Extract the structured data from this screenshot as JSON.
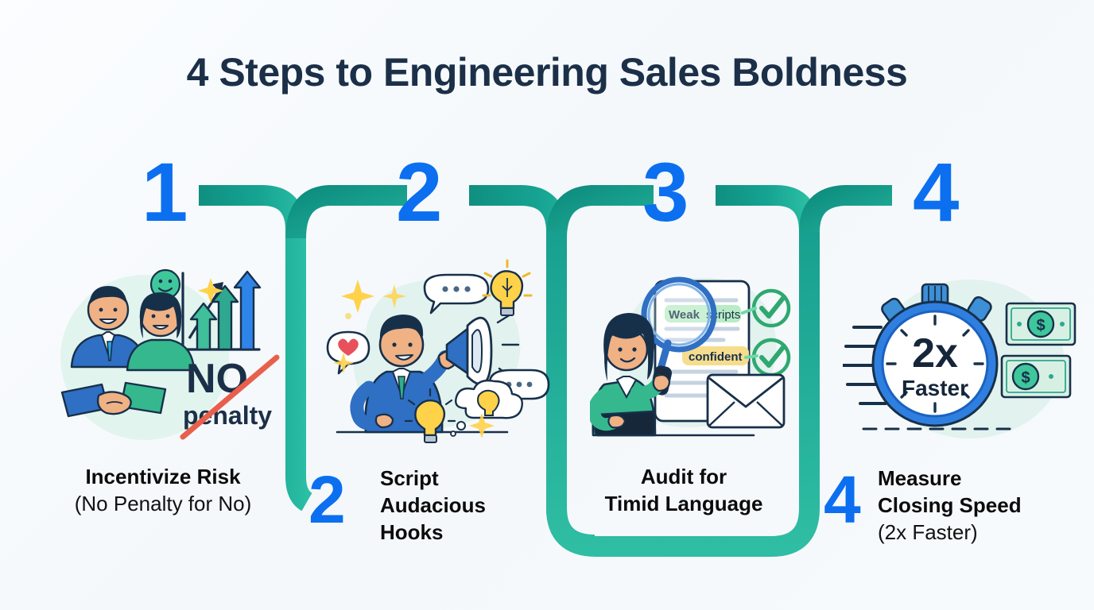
{
  "page": {
    "title": "4 Steps to Engineering Sales Boldness",
    "background_color": "#f7fafc",
    "accent_blue": "#0b6ff0",
    "accent_teal": "#139c8c",
    "title_color": "#1b3048"
  },
  "steps": [
    {
      "number": "1",
      "caption_title": "Incentivize Risk",
      "caption_sub": "(No Penalty for No)",
      "illustration": {
        "name": "team-handshake-growth",
        "labels": {
          "big": "NO",
          "small": "penalty"
        },
        "elements": [
          "businessman",
          "businesswoman",
          "smiley-face-icon",
          "sparkle-icon",
          "growth-arrows-chart",
          "handshake-icon",
          "red-strikethrough"
        ]
      }
    },
    {
      "number": "2",
      "caption_title": "Script",
      "caption_title2": "Audacious",
      "caption_title3": "Hooks",
      "caption_sub": "",
      "illustration": {
        "name": "megaphone-ideas",
        "elements": [
          "man-with-megaphone",
          "speech-bubble-dots",
          "heart-bubble-icon",
          "lightbulb-icon",
          "thought-cloud-lightbulb",
          "sparkle-icon"
        ]
      }
    },
    {
      "number": "3",
      "caption_title": "Audit for",
      "caption_title2": "Timid Language",
      "caption_sub": "",
      "illustration": {
        "name": "script-audit-magnifier",
        "labels": {
          "highlight_green": "Weak",
          "highlight_green2": "scripts",
          "highlight_yellow": "confident"
        },
        "elements": [
          "woman-with-magnifier",
          "document-page",
          "check-circle-icon",
          "check-circle-icon",
          "envelope-icon"
        ]
      }
    },
    {
      "number": "4",
      "caption_title": "Measure",
      "caption_title2": "Closing Speed",
      "caption_sub": "(2x Faster)",
      "illustration": {
        "name": "stopwatch-money",
        "labels": {
          "big": "2x",
          "small": "Faster"
        },
        "elements": [
          "stopwatch-icon",
          "speed-lines",
          "dollar-bill-icon",
          "dollar-bill-icon"
        ]
      }
    }
  ]
}
